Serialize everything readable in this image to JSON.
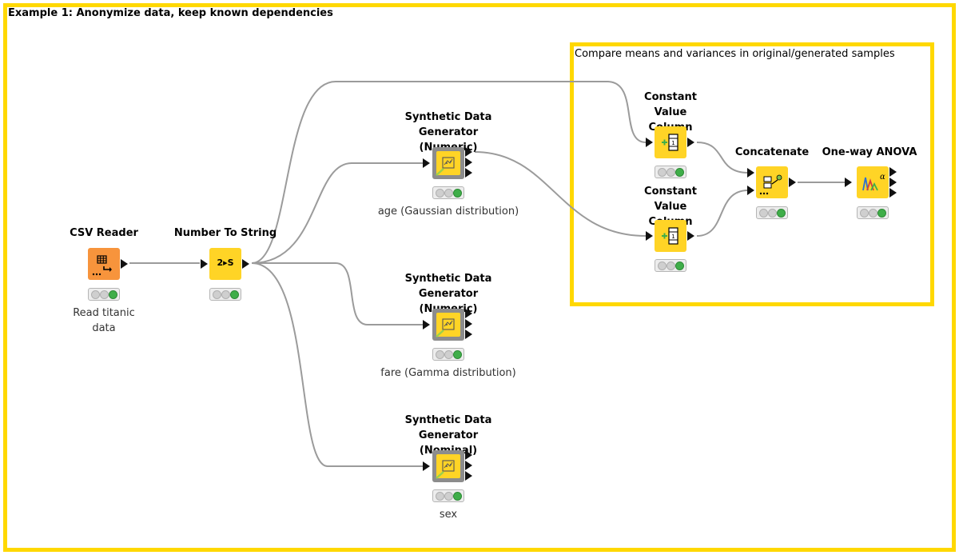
{
  "workflow": {
    "outer_annotation": "Example 1: Anonymize data, keep known dependencies",
    "inner_annotation": "Compare means and variances in original/generated samples",
    "annotation_color": "#ffd800"
  },
  "nodes": {
    "csv_reader": {
      "title": "CSV Reader",
      "comment": "Read titanic data",
      "icon": "csv-reader-icon",
      "color": "#f7943c",
      "status": "executed"
    },
    "number_to_string": {
      "title": "Number To String",
      "comment": "",
      "icon": "number-to-string-icon",
      "icon_text": "2▸S",
      "color": "#ffd426",
      "status": "executed"
    },
    "synth_age": {
      "title": "Synthetic Data Generator (Numeric)",
      "comment": "age (Gaussian distribution)",
      "icon": "synthetic-generator-icon",
      "status": "executed"
    },
    "synth_fare": {
      "title": "Synthetic Data Generator (Numeric)",
      "comment": "fare (Gamma distribution)",
      "icon": "synthetic-generator-icon",
      "status": "executed"
    },
    "synth_sex": {
      "title": "Synthetic Data Generator (Nominal)",
      "comment": "sex",
      "icon": "synthetic-generator-icon",
      "status": "executed"
    },
    "const_col_1": {
      "title": "Constant Value Column",
      "comment": "",
      "icon": "constant-value-column-icon",
      "status": "executed"
    },
    "const_col_2": {
      "title": "Constant Value Column",
      "comment": "",
      "icon": "constant-value-column-icon",
      "status": "executed"
    },
    "concatenate": {
      "title": "Concatenate",
      "comment": "",
      "icon": "concatenate-icon",
      "status": "executed"
    },
    "anova": {
      "title": "One-way ANOVA",
      "comment": "",
      "icon": "anova-icon",
      "status": "executed"
    }
  },
  "status_colors": {
    "idle": "#cfcfcf",
    "executed": "#3fae49"
  },
  "connection_color": "#9b9b9b"
}
